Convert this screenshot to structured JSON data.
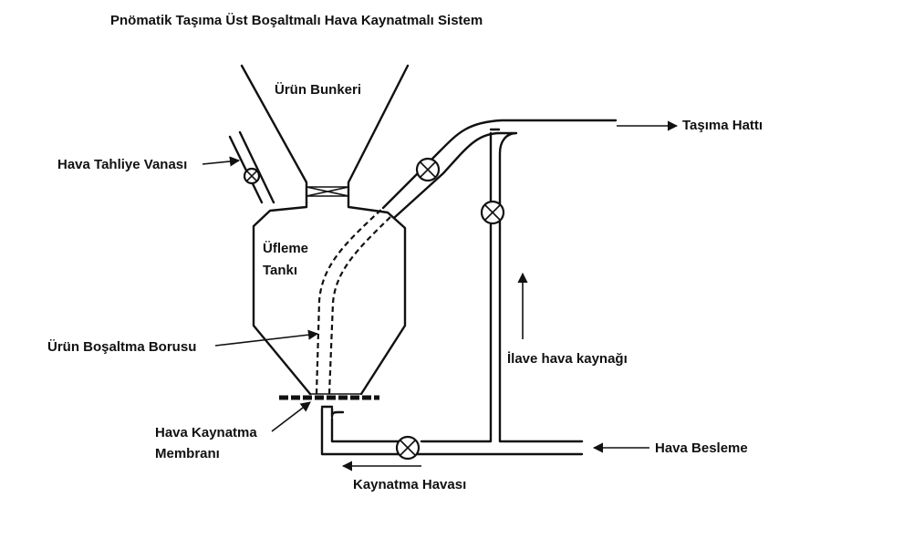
{
  "title": "Pnömatik Taşıma Üst Boşaltmalı Hava Kaynatmalı Sistem",
  "labels": {
    "bunker": "Ürün Bunkeri",
    "vent_valve": "Hava Tahliye Vanası",
    "tank_line1": "Üfleme",
    "tank_line2": "Tankı",
    "discharge_pipe": "Ürün Boşaltma Borusu",
    "membrane_line1": "Hava Kaynatma",
    "membrane_line2": "Membranı",
    "fluidizing_air": "Kaynatma Havası",
    "conveying_line": "Taşıma Hattı",
    "extra_air": "İlave hava kaynağı",
    "air_supply": "Hava Besleme"
  },
  "colors": {
    "line": "#111111",
    "background": "#ffffff"
  }
}
